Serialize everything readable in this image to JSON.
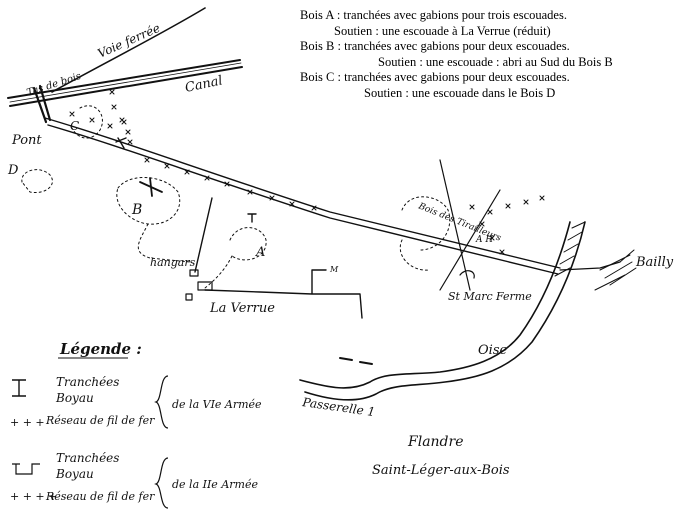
{
  "notes": {
    "bois_a": "Bois A : tranchées avec gabions pour trois escouades.",
    "bois_a_soutien": "Soutien : une escouade à La Verrue (réduit)",
    "bois_b": "Bois B : tranchées avec gabions pour deux escouades.",
    "bois_b_soutien": "Soutien : une escouade : abri au Sud du Bois B",
    "bois_c": "Bois C : tranchées avec gabions pour deux escouades.",
    "bois_c_soutien": "Soutien : une escouade dans le Bois D"
  },
  "labels": {
    "voie_ferree": "Voie ferrée",
    "tas_de_bois": "Tas de bois",
    "canal": "Canal",
    "pont": "Pont",
    "c": "C",
    "d": "D",
    "b": "B",
    "a": "A",
    "hangars": "hangars",
    "la_verrue": "La Verrue",
    "bois_des_tirailleurs": "Bois des Tirailleurs",
    "st_marc": "St Marc",
    "ferme": "Ferme",
    "bailly": "Bailly",
    "oise": "Oise",
    "passerelle": "Passerelle 1",
    "flandre": "Flandre",
    "saint_leger": "Saint-Léger-aux-Bois",
    "ah": "A H",
    "m": "M"
  },
  "legend": {
    "title": "Légende :",
    "armee6": {
      "tranchees": "Tranchées",
      "boyau": "Boyau",
      "reseau": "Réseau de fil de fer",
      "de_la": "de la VIe Armée"
    },
    "armee2": {
      "tranchees": "Tranchées",
      "boyau": "Boyau",
      "reseau": "Réseau de fil de fer",
      "de_la": "de la IIe Armée"
    }
  }
}
